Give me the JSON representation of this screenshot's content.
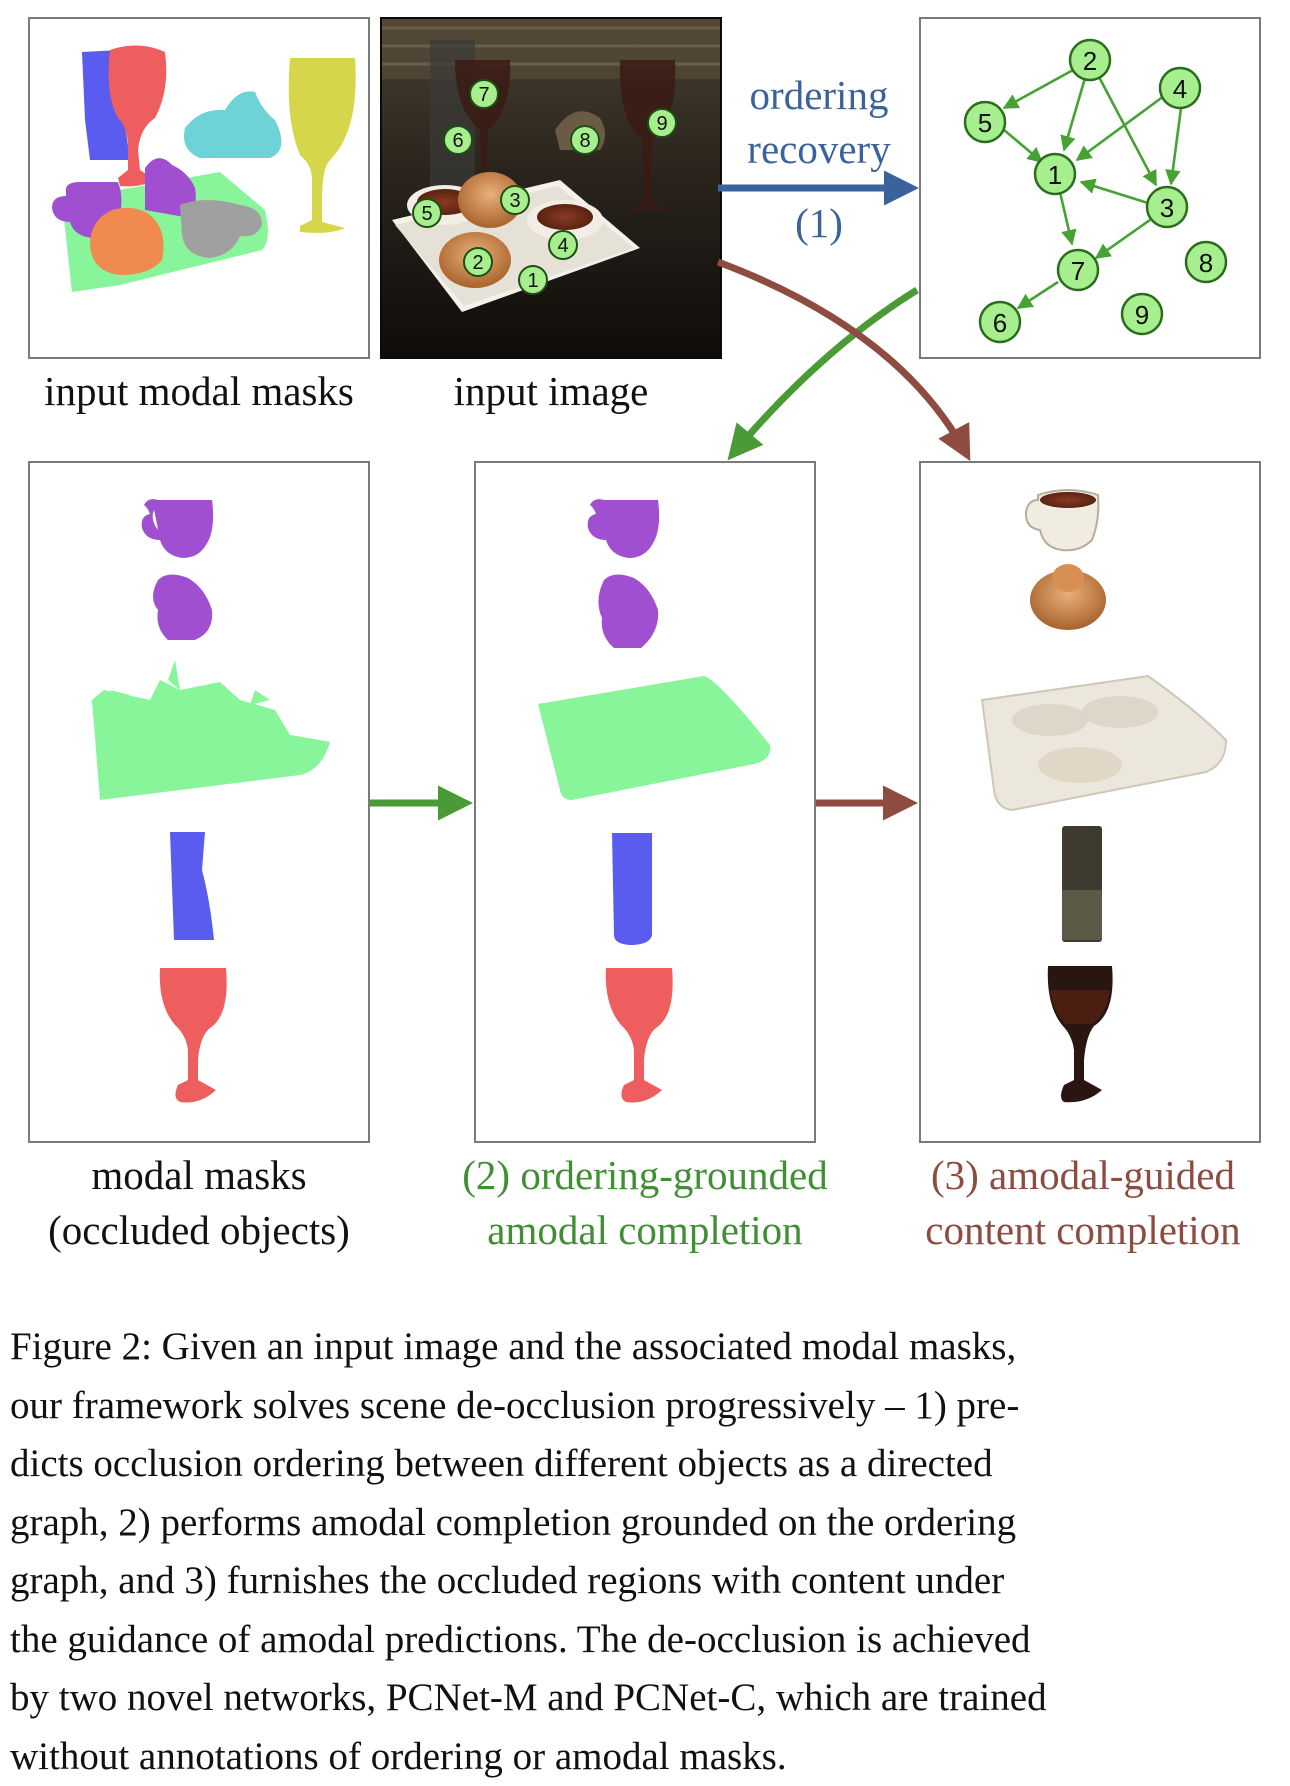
{
  "labels": {
    "input_modal_masks": "input modal masks",
    "input_image": "input image",
    "ordering_recovery_line1": "ordering",
    "ordering_recovery_line2": "recovery",
    "ordering_recovery_step": "(1)",
    "modal_masks_line1": "modal masks",
    "modal_masks_line2": "(occluded objects)",
    "step2_line1": "(2) ordering-grounded",
    "step2_line2": "amodal completion",
    "step3_line1": "(3) amodal-guided",
    "step3_line2": "content completion"
  },
  "graph_nodes": [
    "1",
    "2",
    "3",
    "4",
    "5",
    "6",
    "7",
    "8",
    "9"
  ],
  "photo_nodes": [
    "1",
    "2",
    "3",
    "4",
    "5",
    "6",
    "7",
    "8",
    "9"
  ],
  "caption_lines": [
    "Figure 2: Given an input image and the associated modal masks,",
    "our framework solves scene de-occlusion progressively – 1) pre-",
    "dicts occlusion ordering between different objects as a directed",
    "graph, 2) performs amodal completion grounded on the ordering",
    "graph, and 3) furnishes the occluded regions with content under",
    "the guidance of amodal predictions. The de-occlusion is achieved",
    "by two novel networks, PCNet-M and PCNet-C, which are trained",
    "without annotations of ordering or amodal masks."
  ],
  "colors": {
    "blue_arrow": "#3a629c",
    "green_arrow": "#4a9a36",
    "brown_arrow": "#8e4b40",
    "node_fill": "#a7ee8e",
    "mask_blue": "#5a5cf0",
    "mask_red": "#ef5e5e",
    "mask_cyan": "#6dd3d6",
    "mask_yellow": "#d6d64a",
    "mask_purple": "#a14fd1",
    "mask_orange": "#f08a4e",
    "mask_gray": "#a0a0a0",
    "mask_green": "#88f59b"
  }
}
